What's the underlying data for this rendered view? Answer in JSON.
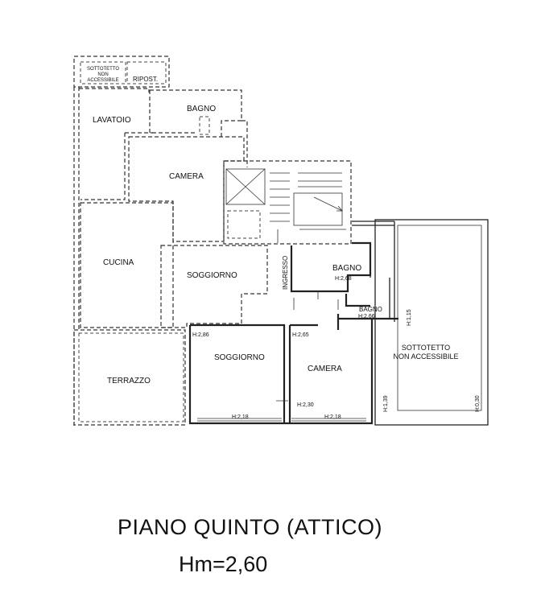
{
  "rooms": {
    "sottotetto_top": [
      "SOTTOTETTO",
      "NON",
      "ACCESSIBILE"
    ],
    "ripost": "RIPOST.",
    "lavatoio": "LAVATOIO",
    "bagno_top": "BAGNO",
    "camera_top": "CAMERA",
    "cucina": "CUCINA",
    "soggiorno_upper": "SOGGIORNO",
    "ingresso": "INGRESSO",
    "bagno_mid": "BAGNO",
    "bagno_mid_h": "H:2,68",
    "bagno_small": "BAGNO",
    "bagno_small_h": "H:2,66",
    "terrazzo": "TERRAZZO",
    "soggiorno_lower": "SOGGIORNO",
    "camera_lower": "CAMERA",
    "sottotetto_right": [
      "SOTTOTETTO",
      "NON ACCESSIBILE"
    ]
  },
  "heights": {
    "h286": "H:2,86",
    "h265": "H:2,65",
    "h230": "H:2,30",
    "h218a": "H:2,18",
    "h218b": "H:2,18",
    "h115": "H:1,15",
    "h139": "H:1,39",
    "h030": "H:0,30"
  },
  "title": {
    "main": "PIANO QUINTO (ATTICO)",
    "sub": "Hm=2,60"
  }
}
